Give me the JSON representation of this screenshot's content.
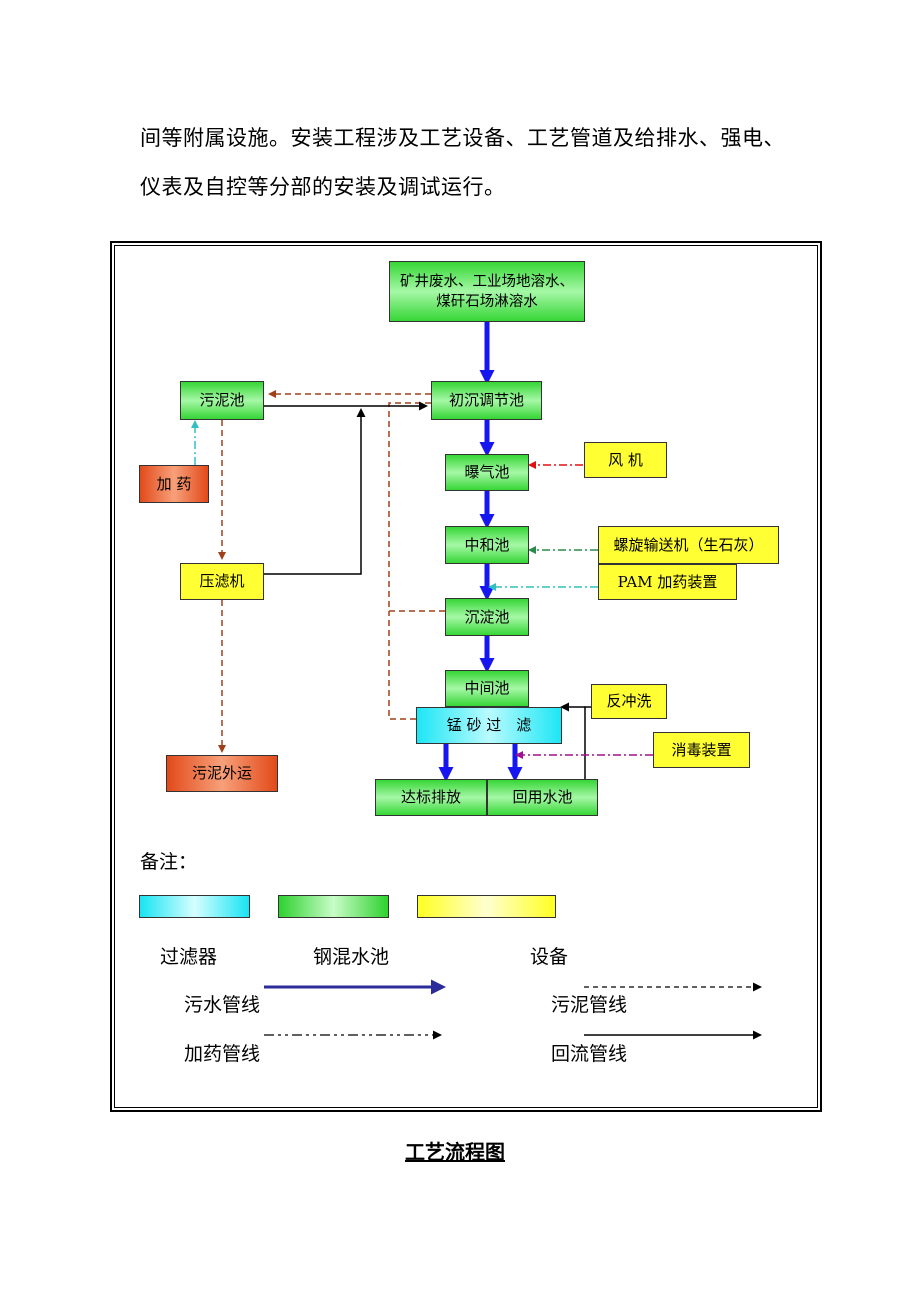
{
  "document": {
    "paragraph_lines": [
      "间等附属设施。安装工程涉及工艺设备、工艺管道及给排水、强电、",
      "仪表及自控等分部的安装及调试运行。"
    ],
    "caption": "工艺流程图"
  },
  "diagram": {
    "nodes": {
      "source": "矿井废水、工业场地溶水、煤矸石场淋溶水",
      "sludge_tank": "污泥池",
      "primary_tank": "初沉调节池",
      "dosing": "加 药",
      "aeration": "曝气池",
      "blower": "风 机",
      "neutral": "中和池",
      "screw": "螺旋输送机（生石灰）",
      "pam": "PAM 加药装置",
      "filter_press": "压滤机",
      "sediment": "沉淀池",
      "middle": "中间池",
      "backwash": "反冲洗",
      "mn_filter": "锰 砂 过　滤",
      "disinfect": "消毒装置",
      "sludge_out": "污泥外运",
      "discharge": "达标排放",
      "reuse": "回用水池"
    },
    "colors": {
      "pool": "#36d636",
      "equipment": "#ffff33",
      "filter": "#1ee6f4",
      "external": "#e24a1a",
      "sewage_line": "#1616f0",
      "sludge_line": "#a0401a",
      "blower_line": "#e01010",
      "screw_line": "#2a8a4a",
      "pam_line": "#30c0c0",
      "disinfect_line": "#a01090"
    }
  },
  "legend": {
    "title": "备注：",
    "filter": "过滤器",
    "pool": "钢混水池",
    "equipment": "设备",
    "sewage_line": "污水管线",
    "sludge_line": "污泥管线",
    "dosing_line": "加药管线",
    "return_line": "回流管线"
  }
}
